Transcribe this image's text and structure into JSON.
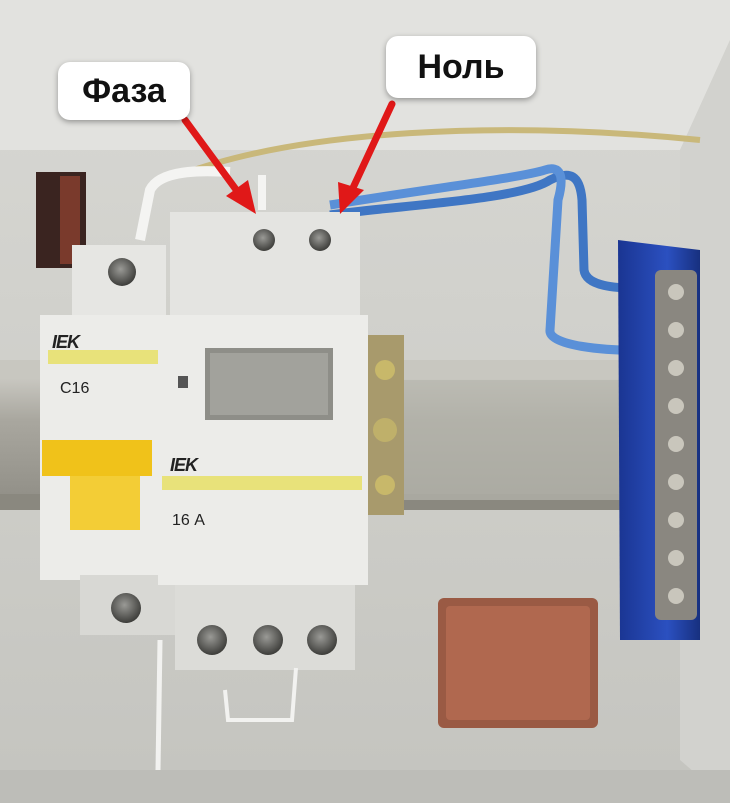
{
  "annotations": {
    "phase_label": "Фаза",
    "neutral_label": "Ноль",
    "arrow_color": "#e01818"
  },
  "circuit_breaker": {
    "brand": "IEK",
    "rating": "C16"
  },
  "timer_relay": {
    "brand": "IEK",
    "current": "16 А"
  },
  "colors": {
    "enclosure": "#dcdcd8",
    "din_rail": "#b9b8b0",
    "device_body": "#e9e9e6",
    "breaker_handle": "#f0c21a",
    "neutral_bus": "#1d3fa6",
    "blue_wire": "#4a7fc8",
    "yellow_stripe": "#e8e27a"
  }
}
